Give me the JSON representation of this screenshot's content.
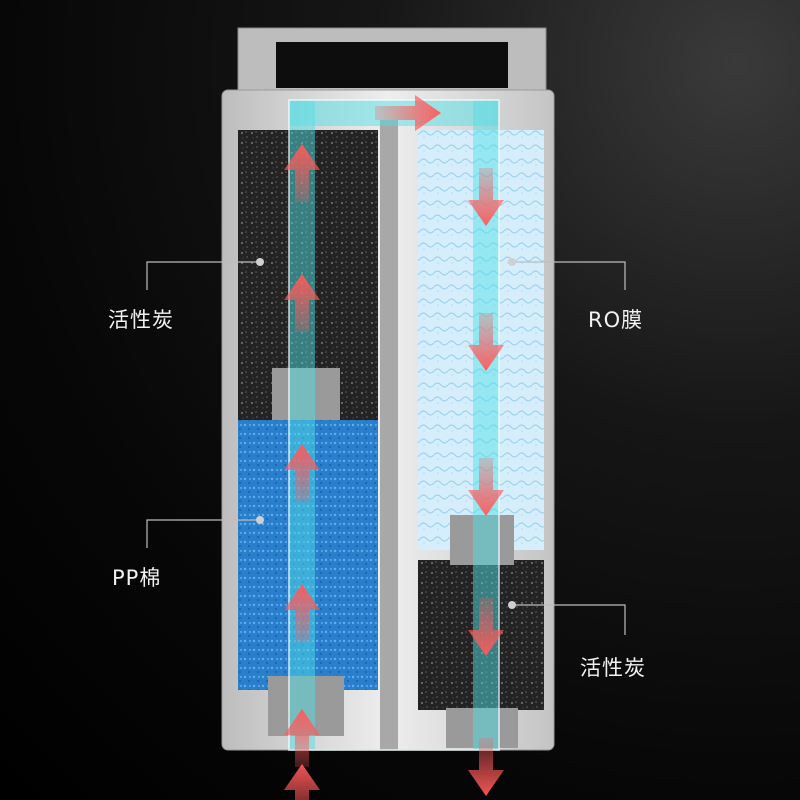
{
  "labels": {
    "left_top": "活性炭",
    "left_bottom": "PP棉",
    "right_top": "RO膜",
    "right_bottom": "活性炭"
  },
  "colors": {
    "background": "#000000",
    "casing": "#d9d9d9",
    "carbon": "#2a2a2a",
    "pp_cotton": "#2a86d6",
    "ro_membrane": "#cfe9f7",
    "water_channel": "#52e0e6",
    "flow_arrow": "#ff5a5a"
  },
  "icons": [
    "flow-arrow-up-icon",
    "flow-arrow-down-icon",
    "flow-arrow-right-icon"
  ]
}
